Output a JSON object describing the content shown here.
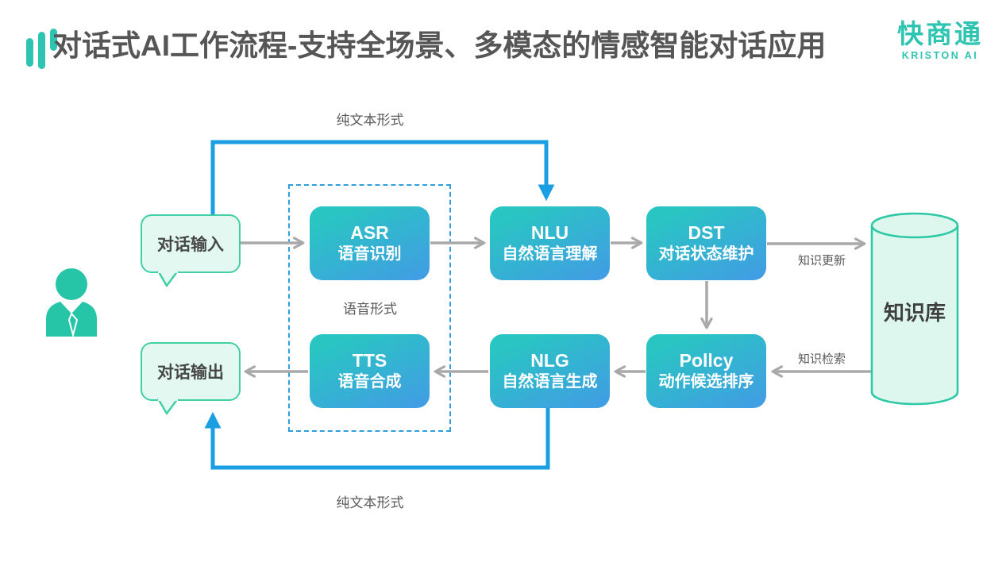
{
  "header": {
    "title": "对话式AI工作流程-支持全场景、多模态的情感智能对话应用",
    "brand": {
      "name": "快商通",
      "subtitle": "KRISTON AI"
    }
  },
  "diagram": {
    "input_bubble": "对话输入",
    "output_bubble": "对话输出",
    "nodes": {
      "asr": {
        "acronym": "ASR",
        "label": "语音识别"
      },
      "nlu": {
        "acronym": "NLU",
        "label": "自然语言理解"
      },
      "dst": {
        "acronym": "DST",
        "label": "对话状态维护"
      },
      "tts": {
        "acronym": "TTS",
        "label": "语音合成"
      },
      "nlg": {
        "acronym": "NLG",
        "label": "自然语言生成"
      },
      "policy": {
        "acronym": "Pollcy",
        "label": "动作候选排序"
      }
    },
    "knowledge_base": "知识库",
    "labels": {
      "plain_text_top": "纯文本形式",
      "voice_form": "语音形式",
      "plain_text_bottom": "纯文本形式",
      "knowledge_update": "知识更新",
      "knowledge_search": "知识检索"
    },
    "colors": {
      "accent_teal": "#2ec4b2",
      "person_teal": "#27c5a8",
      "node_gradient_start": "#29c5c3",
      "node_gradient_end": "#4596e9",
      "flow_blue": "#1b9fe3",
      "arrow_gray": "#a9a9a9",
      "bubble_fill": "#e2f8f1",
      "bubble_border": "#41d0a6",
      "cylinder_fill": "#def7ee",
      "cylinder_border": "#2dc9a4",
      "title_color": "#565656"
    }
  }
}
